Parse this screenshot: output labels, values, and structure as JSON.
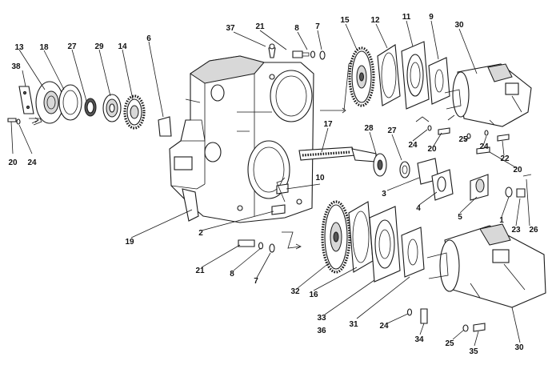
{
  "diagram": {
    "callouts": [
      {
        "id": "c-13",
        "text": "13"
      },
      {
        "id": "c-18",
        "text": "18"
      },
      {
        "id": "c-27a",
        "text": "27"
      },
      {
        "id": "c-29",
        "text": "29"
      },
      {
        "id": "c-14",
        "text": "14"
      },
      {
        "id": "c-6",
        "text": "6"
      },
      {
        "id": "c-38",
        "text": "38"
      },
      {
        "id": "c-20a",
        "text": "20"
      },
      {
        "id": "c-24a",
        "text": "24"
      },
      {
        "id": "c-37",
        "text": "37"
      },
      {
        "id": "c-21a",
        "text": "21"
      },
      {
        "id": "c-8a",
        "text": "8"
      },
      {
        "id": "c-7a",
        "text": "7"
      },
      {
        "id": "c-15",
        "text": "15"
      },
      {
        "id": "c-12",
        "text": "12"
      },
      {
        "id": "c-11",
        "text": "11"
      },
      {
        "id": "c-9",
        "text": "9"
      },
      {
        "id": "c-30a",
        "text": "30"
      },
      {
        "id": "c-17",
        "text": "17"
      },
      {
        "id": "c-28",
        "text": "28"
      },
      {
        "id": "c-27b",
        "text": "27"
      },
      {
        "id": "c-24b",
        "text": "24"
      },
      {
        "id": "c-20b",
        "text": "20"
      },
      {
        "id": "c-25a",
        "text": "25"
      },
      {
        "id": "c-24c",
        "text": "24"
      },
      {
        "id": "c-22",
        "text": "22"
      },
      {
        "id": "c-20c",
        "text": "20"
      },
      {
        "id": "c-10",
        "text": "10"
      },
      {
        "id": "c-3",
        "text": "3"
      },
      {
        "id": "c-4",
        "text": "4"
      },
      {
        "id": "c-5",
        "text": "5"
      },
      {
        "id": "c-1",
        "text": "1"
      },
      {
        "id": "c-23",
        "text": "23"
      },
      {
        "id": "c-26",
        "text": "26"
      },
      {
        "id": "c-19",
        "text": "19"
      },
      {
        "id": "c-2",
        "text": "2"
      },
      {
        "id": "c-21b",
        "text": "21"
      },
      {
        "id": "c-8b",
        "text": "8"
      },
      {
        "id": "c-7b",
        "text": "7"
      },
      {
        "id": "c-32",
        "text": "32"
      },
      {
        "id": "c-16",
        "text": "16"
      },
      {
        "id": "c-33",
        "text": "33"
      },
      {
        "id": "c-36",
        "text": "36"
      },
      {
        "id": "c-31",
        "text": "31"
      },
      {
        "id": "c-24d",
        "text": "24"
      },
      {
        "id": "c-34",
        "text": "34"
      },
      {
        "id": "c-25b",
        "text": "25"
      },
      {
        "id": "c-35",
        "text": "35"
      },
      {
        "id": "c-30b",
        "text": "30"
      }
    ]
  }
}
